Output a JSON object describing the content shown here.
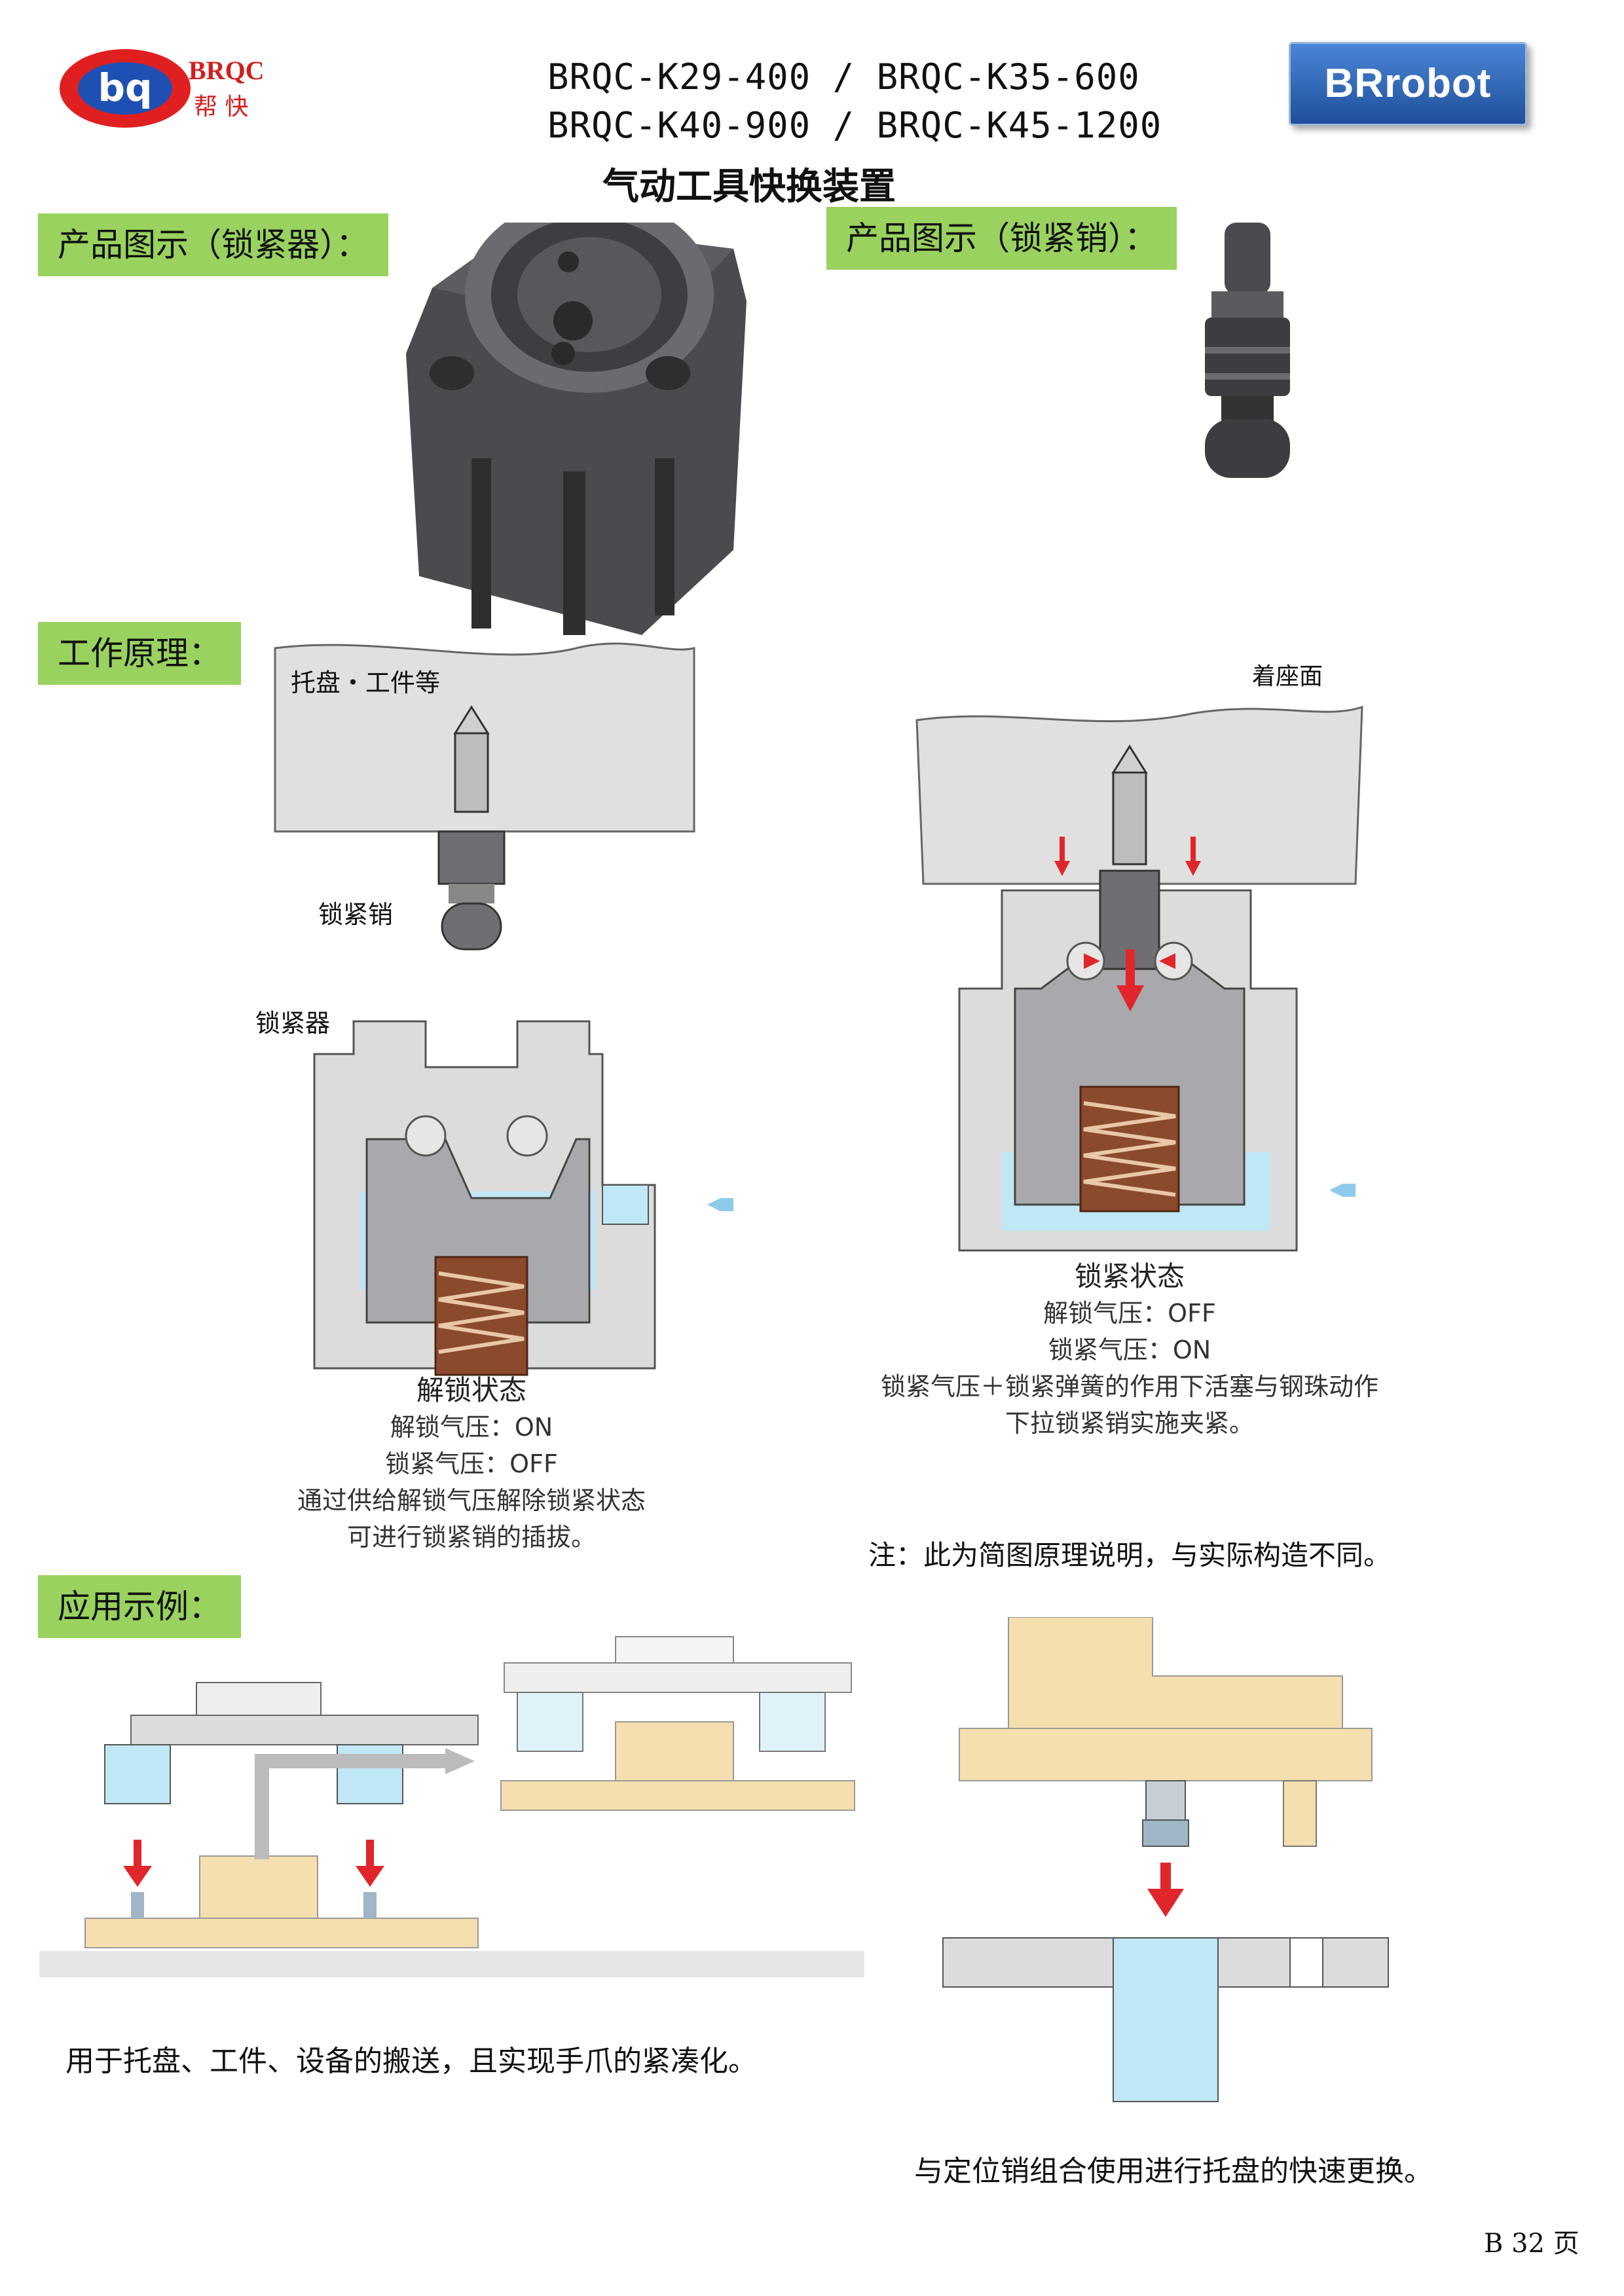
{
  "header": {
    "brand_en": "BRQC",
    "brand_cn": "帮 快",
    "models_line1": "BRQC-K29-400 / BRQC-K35-600",
    "models_line2": "BRQC-K40-900 / BRQC-K45-1200",
    "title": "气动工具快换装置",
    "brrobot_label": "BRrobot"
  },
  "sections": {
    "product_locker": "产品图示（锁紧器）：",
    "product_pin": "产品图示（锁紧销）：",
    "principle": "工作原理：",
    "application": "应用示例："
  },
  "principle": {
    "label_pallet": "托盘・工件等",
    "label_pin": "锁紧销",
    "label_locker": "锁紧器",
    "label_seat": "着座面",
    "unlock": {
      "title": "解锁状态",
      "line1": "解锁气压：ON",
      "line2": "锁紧气压：OFF",
      "line3": "通过供给解锁气压解除锁紧状态",
      "line4": "可进行锁紧销的插拔。"
    },
    "lock": {
      "title": "锁紧状态",
      "line1": "解锁气压：OFF",
      "line2": "锁紧气压：ON",
      "line3": "锁紧气压＋锁紧弹簧的作用下活塞与钢珠动作",
      "line4": "下拉锁紧销实施夹紧。"
    },
    "note": "注：此为简图原理说明，与实际构造不同。"
  },
  "application": {
    "caption_left": "用于托盘、工件、设备的搬送，且实现手爪的紧凑化。",
    "caption_right": "与定位销组合使用进行托盘的快速更换。"
  },
  "footer": {
    "page": "B 32 页"
  },
  "colors": {
    "label_green": "#99d25e",
    "arrow_red": "#e0262a",
    "air_blue": "#bfe7f5",
    "pallet_beige": "#f6dfae",
    "body_gray": "#dcdcdc",
    "spring_brown": "#8b4a2b"
  }
}
